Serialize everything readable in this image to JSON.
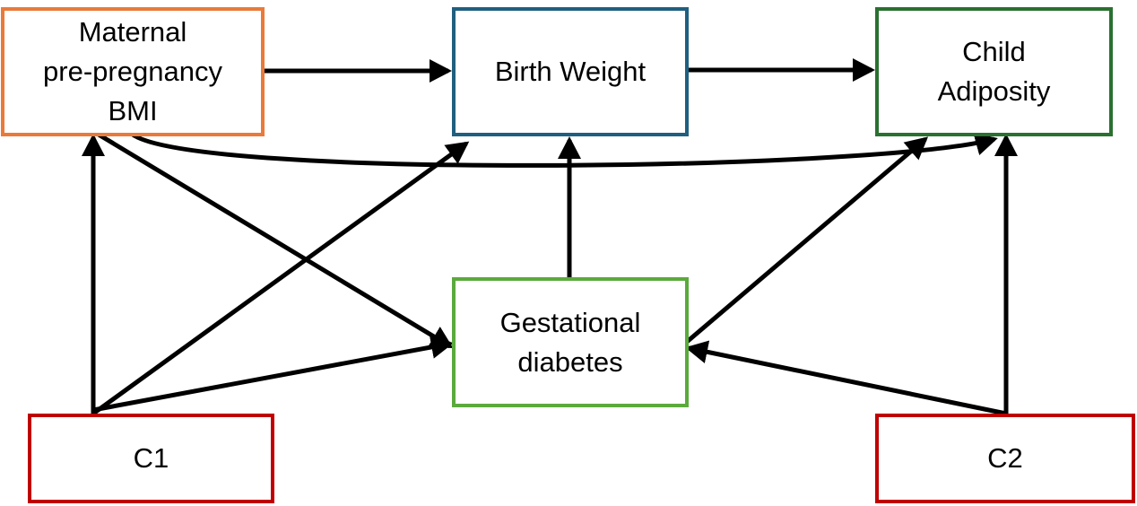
{
  "nodes": {
    "bmi": {
      "label": "Maternal\npre-pregnancy\nBMI",
      "border_color": "#E97A3A"
    },
    "bw": {
      "label": "Birth Weight",
      "border_color": "#1F5F7F"
    },
    "child": {
      "label": "Child\nAdiposity",
      "border_color": "#2A7030"
    },
    "gd": {
      "label": "Gestational\ndiabetes",
      "border_color": "#5BAA3C"
    },
    "c1": {
      "label": "C1",
      "border_color": "#C00000"
    },
    "c2": {
      "label": "C2",
      "border_color": "#C00000"
    }
  },
  "edges": [
    {
      "from": "bmi",
      "to": "bw"
    },
    {
      "from": "bw",
      "to": "child"
    },
    {
      "from": "bmi",
      "to": "child"
    },
    {
      "from": "bmi",
      "to": "gd"
    },
    {
      "from": "gd",
      "to": "bw"
    },
    {
      "from": "gd",
      "to": "child"
    },
    {
      "from": "c1",
      "to": "bmi"
    },
    {
      "from": "c1",
      "to": "bw"
    },
    {
      "from": "c1",
      "to": "gd"
    },
    {
      "from": "c2",
      "to": "gd"
    },
    {
      "from": "c2",
      "to": "child"
    }
  ],
  "arrow_color": "#000000"
}
